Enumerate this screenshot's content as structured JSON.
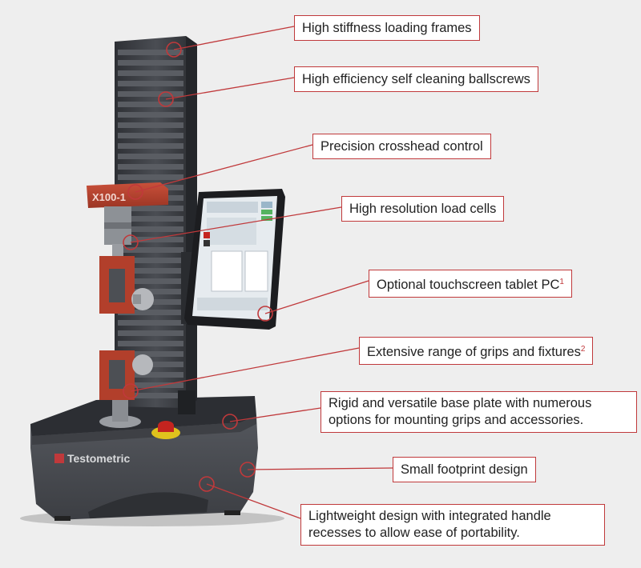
{
  "machine": {
    "crosshead_label": "X100-1",
    "brand": "Testometric"
  },
  "callouts": {
    "frames": "High stiffness loading frames",
    "ballscrews": "High efficiency self cleaning ballscrews",
    "crosshead": "Precision crosshead control",
    "loadcells": "High resolution load cells",
    "tablet": "Optional touchscreen tablet PC",
    "tablet_note": "1",
    "grips": "Extensive range of grips and fixtures",
    "grips_note": "2",
    "baseplate": "Rigid and versatile base plate with numerous options for mounting grips and accessories.",
    "footprint": "Small footprint design",
    "lightweight": "Lightweight design with integrated handle recesses to allow ease of portability."
  },
  "colors": {
    "accent": "#c0393b",
    "frame_dark": "#3a3d42",
    "crosshead_red": "#b8412e",
    "base_grey": "#4a4d52"
  }
}
